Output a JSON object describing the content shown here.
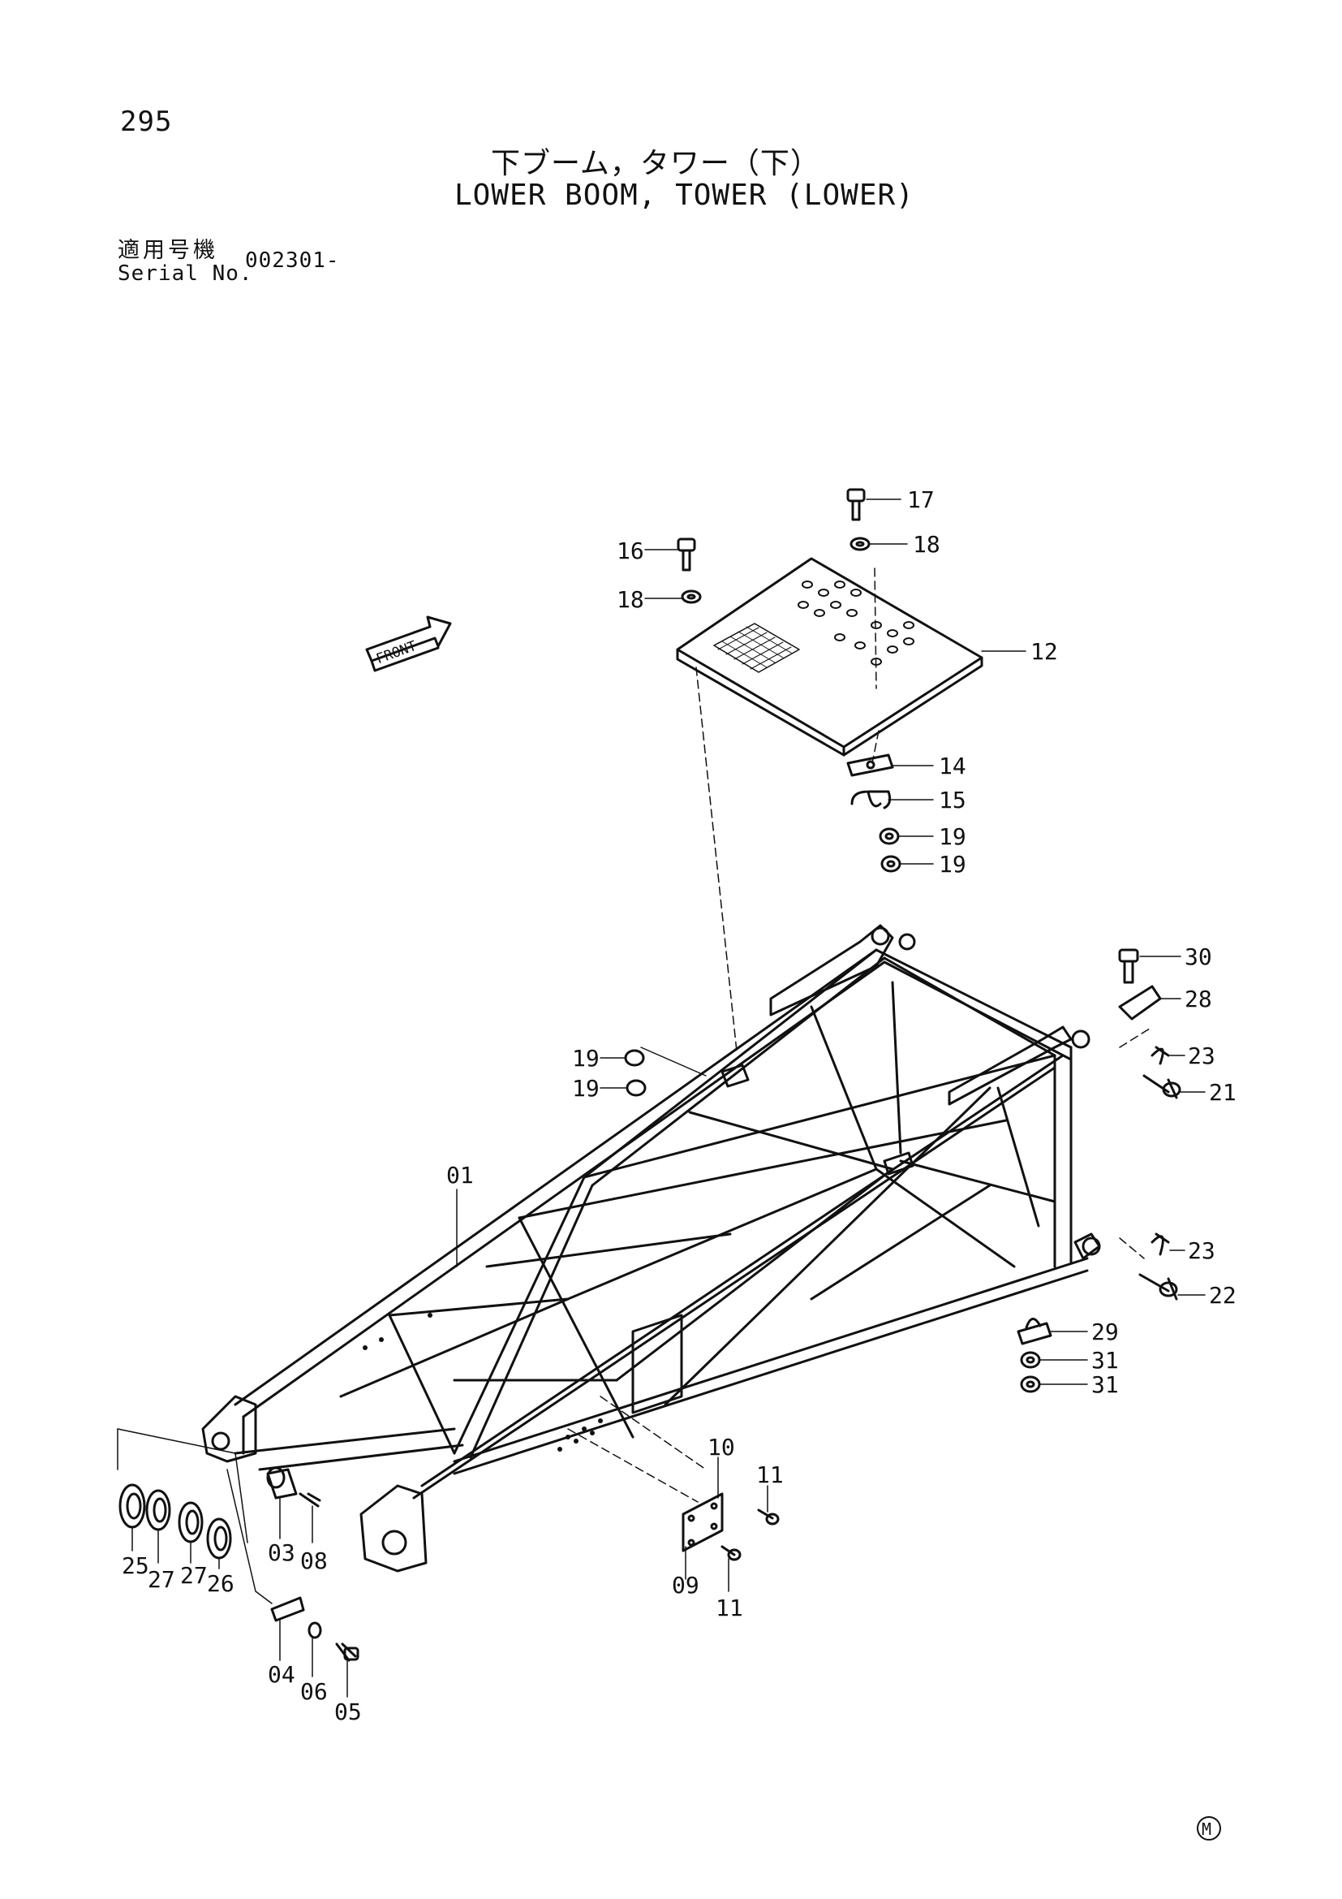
{
  "header": {
    "page_number": "295",
    "title_jp": "下ブーム，タワー（下）",
    "title_en": "LOWER BOOM, TOWER (LOWER)",
    "serial_label_jp": "適用号機",
    "serial_label_en": "Serial No.",
    "serial_value": "002301-"
  },
  "front_arrow_label": "FRONT",
  "footer_mark": "M",
  "callouts": [
    {
      "id": "c17a",
      "label": "17"
    },
    {
      "id": "c16",
      "label": "16"
    },
    {
      "id": "c18a",
      "label": "18"
    },
    {
      "id": "c18b",
      "label": "18"
    },
    {
      "id": "c12",
      "label": "12"
    },
    {
      "id": "c14",
      "label": "14"
    },
    {
      "id": "c15",
      "label": "15"
    },
    {
      "id": "c19a",
      "label": "19"
    },
    {
      "id": "c19b",
      "label": "19"
    },
    {
      "id": "c19c",
      "label": "19"
    },
    {
      "id": "c19d",
      "label": "19"
    },
    {
      "id": "c30",
      "label": "30"
    },
    {
      "id": "c28",
      "label": "28"
    },
    {
      "id": "c23a",
      "label": "23"
    },
    {
      "id": "c21",
      "label": "21"
    },
    {
      "id": "c23b",
      "label": "23"
    },
    {
      "id": "c22",
      "label": "22"
    },
    {
      "id": "c29",
      "label": "29"
    },
    {
      "id": "c31a",
      "label": "31"
    },
    {
      "id": "c31b",
      "label": "31"
    },
    {
      "id": "c01",
      "label": "01"
    },
    {
      "id": "c10",
      "label": "10"
    },
    {
      "id": "c11a",
      "label": "11"
    },
    {
      "id": "c09",
      "label": "09"
    },
    {
      "id": "c11b",
      "label": "11"
    },
    {
      "id": "c25",
      "label": "25"
    },
    {
      "id": "c27a",
      "label": "27"
    },
    {
      "id": "c27b",
      "label": "27"
    },
    {
      "id": "c26",
      "label": "26"
    },
    {
      "id": "c03",
      "label": "03"
    },
    {
      "id": "c08",
      "label": "08"
    },
    {
      "id": "c04",
      "label": "04"
    },
    {
      "id": "c06",
      "label": "06"
    },
    {
      "id": "c05",
      "label": "05"
    }
  ]
}
